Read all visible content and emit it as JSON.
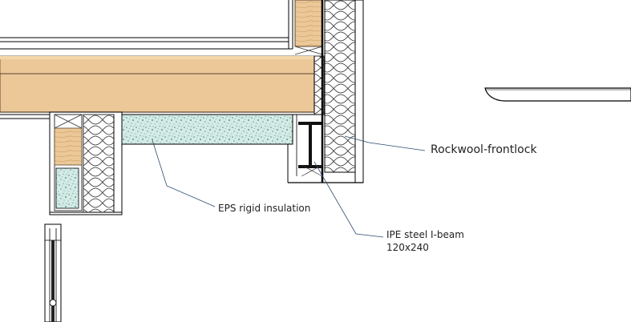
{
  "labels": {
    "rockwool": "Rockwool-frontlock",
    "eps": "EPS rigid insulation",
    "ipe_title": "IPE steel I-beam",
    "ipe_size": "120x240"
  },
  "colors": {
    "wood": "#ecc898",
    "wood_stroke": "#5a4530",
    "eps_fill": "#d3ebe6",
    "leader": "#2c4a6e",
    "line": "#000000"
  }
}
